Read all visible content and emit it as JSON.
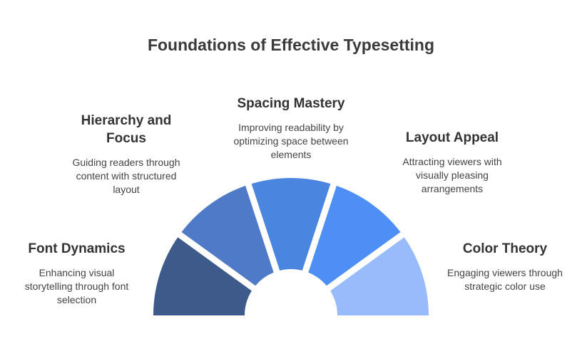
{
  "title": "Foundations of Effective Typesetting",
  "segments": [
    {
      "name": "Font Dynamics",
      "description": "Enhancing visual storytelling through font selection",
      "color": "#3d5a8a"
    },
    {
      "name": "Hierarchy and Focus",
      "description": "Guiding readers through content with structured layout",
      "color": "#4f7ac8"
    },
    {
      "name": "Spacing Mastery",
      "description": "Improving readability by optimizing space between elements",
      "color": "#4a85e0"
    },
    {
      "name": "Layout Appeal",
      "description": "Attracting viewers with visually pleasing arrangements",
      "color": "#4d8ff5"
    },
    {
      "name": "Color Theory",
      "description": "Engaging viewers through strategic color use",
      "color": "#98bcfb"
    }
  ]
}
